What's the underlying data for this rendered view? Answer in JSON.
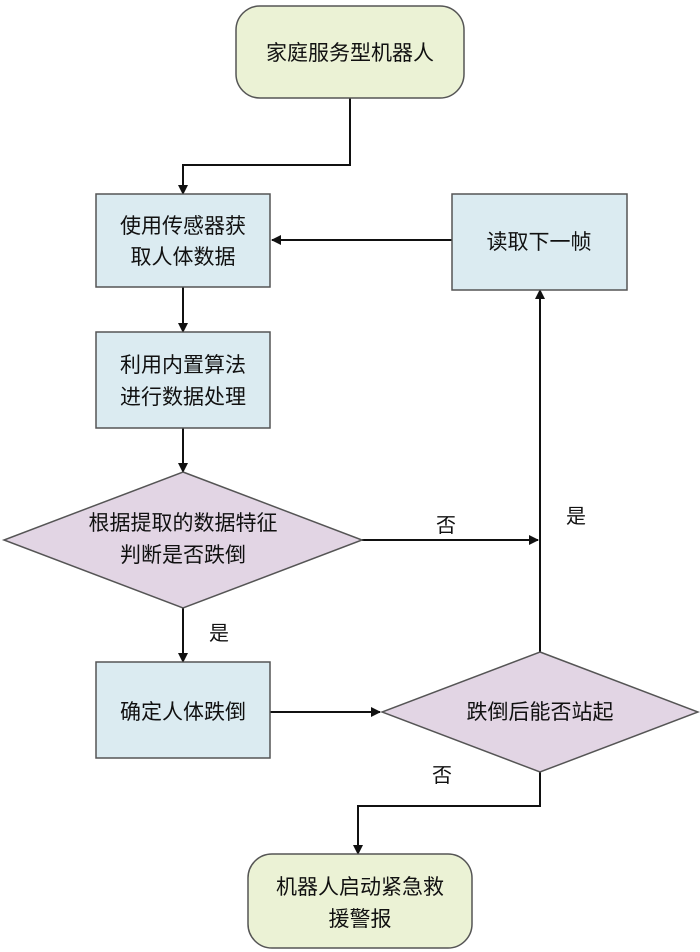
{
  "colors": {
    "terminal_fill": "#EBF2D5",
    "process_fill": "#DBEBF1",
    "decision_fill": "#E2D5E4",
    "stroke": "#555555",
    "arrow": "#111111"
  },
  "nodes": {
    "start": {
      "line1": "家庭服务型机器人"
    },
    "acquire": {
      "line1": "使用传感器获",
      "line2": "取人体数据"
    },
    "process": {
      "line1": "利用内置算法",
      "line2": "进行数据处理"
    },
    "judge": {
      "line1": "根据提取的数据特征",
      "line2": "判断是否跌倒"
    },
    "confirm": {
      "line1": "确定人体跌倒"
    },
    "next_frame": {
      "line1": "读取下一帧"
    },
    "stand": {
      "line1": "跌倒后能否站起"
    },
    "rescue": {
      "line1": "机器人启动紧急救",
      "line2": "援警报"
    }
  },
  "edge_labels": {
    "judge_no": "否",
    "judge_yes": "是",
    "stand_yes": "是",
    "stand_no": "否"
  }
}
